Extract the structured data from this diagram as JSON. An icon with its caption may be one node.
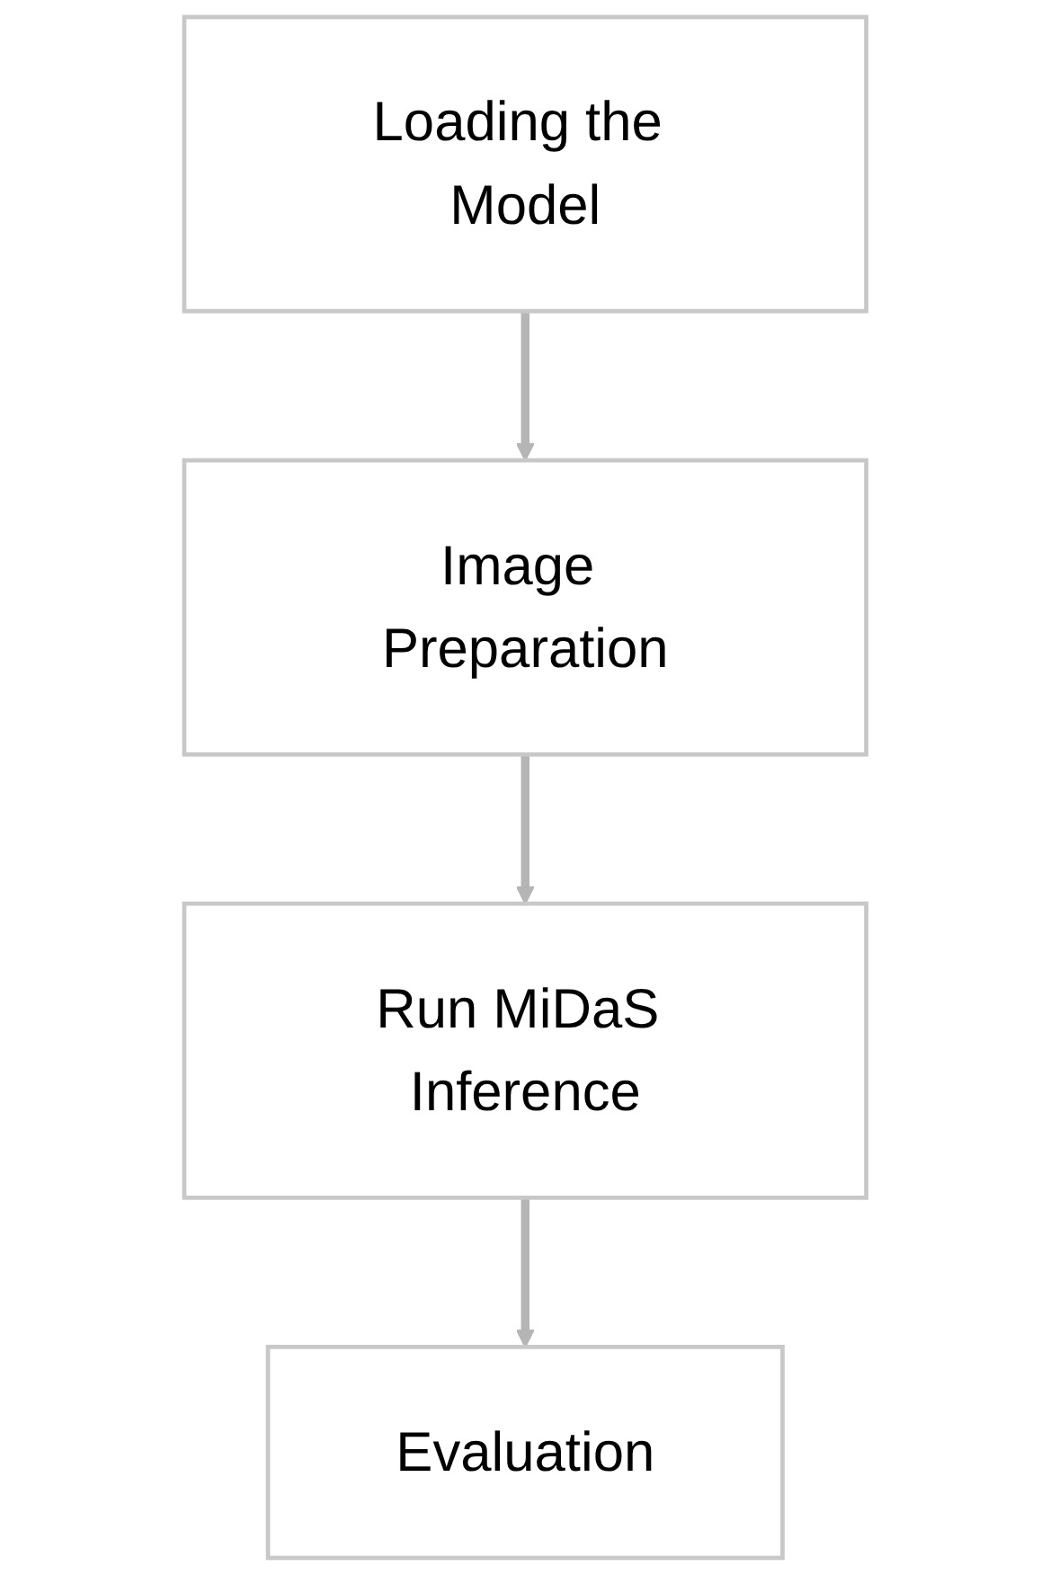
{
  "diagram": {
    "nodes": [
      {
        "text": [
          "Loading the Model"
        ]
      },
      {
        "text": [
          "Image Preparation"
        ]
      },
      {
        "text": [
          "Run MiDaS Inference"
        ]
      },
      {
        "text": [
          "Evaluation"
        ]
      }
    ],
    "edges": [
      {
        "from": 0,
        "to": 1,
        "arrow": "to"
      },
      {
        "from": 1,
        "to": 2,
        "arrow": "to"
      },
      {
        "from": 2,
        "to": 3,
        "arrow": "to"
      }
    ]
  }
}
